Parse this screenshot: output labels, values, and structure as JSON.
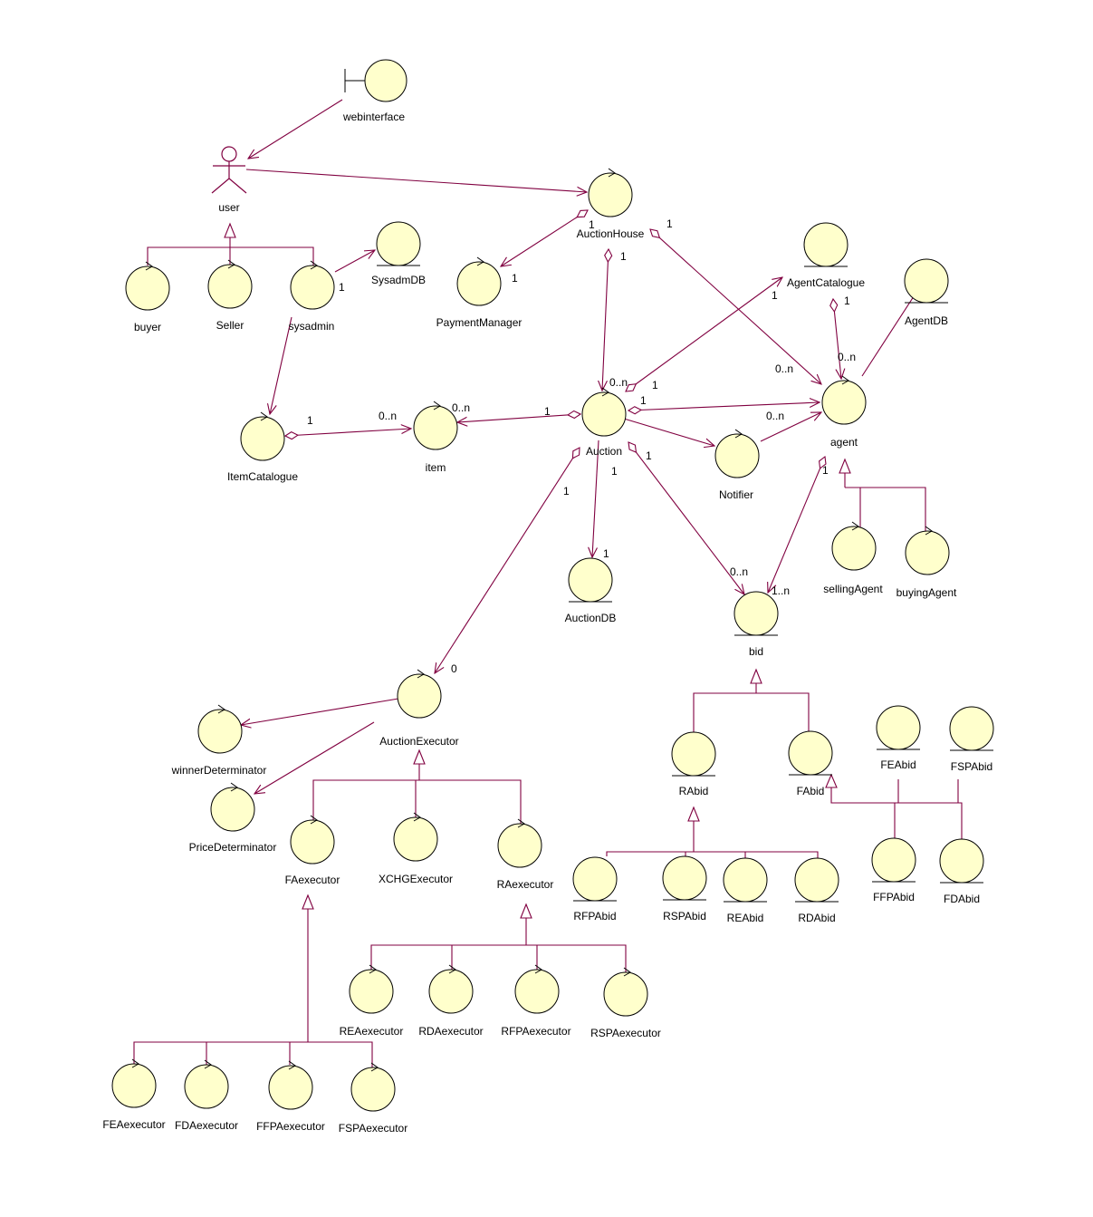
{
  "diagram": {
    "type": "uml-robustness-class-diagram",
    "colors": {
      "node_fill": "#ffffcc",
      "node_stroke": "#000000",
      "connector": "#800040",
      "background": "#ffffff"
    },
    "nodes": [
      {
        "id": "webinterface",
        "label": "webinterface",
        "kind": "boundary"
      },
      {
        "id": "user",
        "label": "user",
        "kind": "actor"
      },
      {
        "id": "buyer",
        "label": "buyer",
        "kind": "control"
      },
      {
        "id": "seller",
        "label": "Seller",
        "kind": "control"
      },
      {
        "id": "sysadmin",
        "label": "sysadmin",
        "kind": "control"
      },
      {
        "id": "sysadmdb",
        "label": "SysadmDB",
        "kind": "entity"
      },
      {
        "id": "auctionhouse",
        "label": "AuctionHouse",
        "kind": "control"
      },
      {
        "id": "paymentmanager",
        "label": "PaymentManager",
        "kind": "control"
      },
      {
        "id": "agentcatalogue",
        "label": "AgentCatalogue",
        "kind": "entity"
      },
      {
        "id": "agentdb",
        "label": "AgentDB",
        "kind": "entity"
      },
      {
        "id": "itemcatalogue",
        "label": "ItemCatalogue",
        "kind": "control"
      },
      {
        "id": "item",
        "label": "item",
        "kind": "control"
      },
      {
        "id": "auction",
        "label": "Auction",
        "kind": "control"
      },
      {
        "id": "notifier",
        "label": "Notifier",
        "kind": "control"
      },
      {
        "id": "agent",
        "label": "agent",
        "kind": "control"
      },
      {
        "id": "auctiondb",
        "label": "AuctionDB",
        "kind": "entity"
      },
      {
        "id": "bid",
        "label": "bid",
        "kind": "entity"
      },
      {
        "id": "sellingagent",
        "label": "sellingAgent",
        "kind": "control"
      },
      {
        "id": "buyingagent",
        "label": "buyingAgent",
        "kind": "control"
      },
      {
        "id": "auctionexecutor",
        "label": "AuctionExecutor",
        "kind": "control"
      },
      {
        "id": "winnerdeterminator",
        "label": "winnerDeterminator",
        "kind": "control"
      },
      {
        "id": "pricedeterminator",
        "label": "PriceDeterminator",
        "kind": "control"
      },
      {
        "id": "faexecutor",
        "label": "FAexecutor",
        "kind": "control"
      },
      {
        "id": "xchgexecutor",
        "label": "XCHGExecutor",
        "kind": "control"
      },
      {
        "id": "raexecutor",
        "label": "RAexecutor",
        "kind": "control"
      },
      {
        "id": "reaexecutor",
        "label": "REAexecutor",
        "kind": "control"
      },
      {
        "id": "rdaexecutor",
        "label": "RDAexecutor",
        "kind": "control"
      },
      {
        "id": "rfpaexecutor",
        "label": "RFPAexecutor",
        "kind": "control"
      },
      {
        "id": "rspaexecutor",
        "label": "RSPAexecutor",
        "kind": "control"
      },
      {
        "id": "feaexecutor",
        "label": "FEAexecutor",
        "kind": "control"
      },
      {
        "id": "fdaexecutor",
        "label": "FDAexecutor",
        "kind": "control"
      },
      {
        "id": "ffpaexecutor",
        "label": "FFPAexecutor",
        "kind": "control"
      },
      {
        "id": "fspaexecutor",
        "label": "FSPAexecutor",
        "kind": "control"
      },
      {
        "id": "rabid",
        "label": "RAbid",
        "kind": "entity"
      },
      {
        "id": "fabid",
        "label": "FAbid",
        "kind": "entity"
      },
      {
        "id": "feabid",
        "label": "FEAbid",
        "kind": "entity"
      },
      {
        "id": "fspabid",
        "label": "FSPAbid",
        "kind": "entity"
      },
      {
        "id": "rfpabid",
        "label": "RFPAbid",
        "kind": "entity"
      },
      {
        "id": "rspabid",
        "label": "RSPAbid",
        "kind": "entity"
      },
      {
        "id": "reabid",
        "label": "REAbid",
        "kind": "entity"
      },
      {
        "id": "rdabid",
        "label": "RDAbid",
        "kind": "entity"
      },
      {
        "id": "ffpabid",
        "label": "FFPAbid",
        "kind": "entity"
      },
      {
        "id": "fdabid",
        "label": "FDAbid",
        "kind": "entity"
      }
    ],
    "multiplicities": [
      {
        "id": "m-ah-pm-src",
        "text": "1"
      },
      {
        "id": "m-ah-pm-dst",
        "text": "1"
      },
      {
        "id": "m-ah-agent-src",
        "text": "1"
      },
      {
        "id": "m-ah-agent-dst",
        "text": "0..n"
      },
      {
        "id": "m-ah-auction-src",
        "text": "1"
      },
      {
        "id": "m-ah-auction-dst",
        "text": "0..n"
      },
      {
        "id": "m-sysadmin-db",
        "text": "1"
      },
      {
        "id": "m-ac-agent-src",
        "text": "1"
      },
      {
        "id": "m-ac-agent-dst",
        "text": "0..n"
      },
      {
        "id": "m-auction-ac-src",
        "text": "1"
      },
      {
        "id": "m-auction-ac-dst",
        "text": "1"
      },
      {
        "id": "m-ic-item-src",
        "text": "1"
      },
      {
        "id": "m-ic-item-dst",
        "text": "0..n"
      },
      {
        "id": "m-auction-item-src",
        "text": "1"
      },
      {
        "id": "m-auction-item-dst",
        "text": "0..n"
      },
      {
        "id": "m-auction-agent-src",
        "text": "1"
      },
      {
        "id": "m-notifier-agent",
        "text": "0..n"
      },
      {
        "id": "m-auction-exec-src",
        "text": "1"
      },
      {
        "id": "m-auction-exec-dst",
        "text": "0"
      },
      {
        "id": "m-auction-db-src",
        "text": "1"
      },
      {
        "id": "m-auction-db-dst",
        "text": "1"
      },
      {
        "id": "m-auction-bid-src",
        "text": "1"
      },
      {
        "id": "m-auction-bid-dst",
        "text": "0..n"
      },
      {
        "id": "m-agent-bid-src",
        "text": "1"
      },
      {
        "id": "m-agent-bid-dst",
        "text": "1..n"
      }
    ]
  }
}
